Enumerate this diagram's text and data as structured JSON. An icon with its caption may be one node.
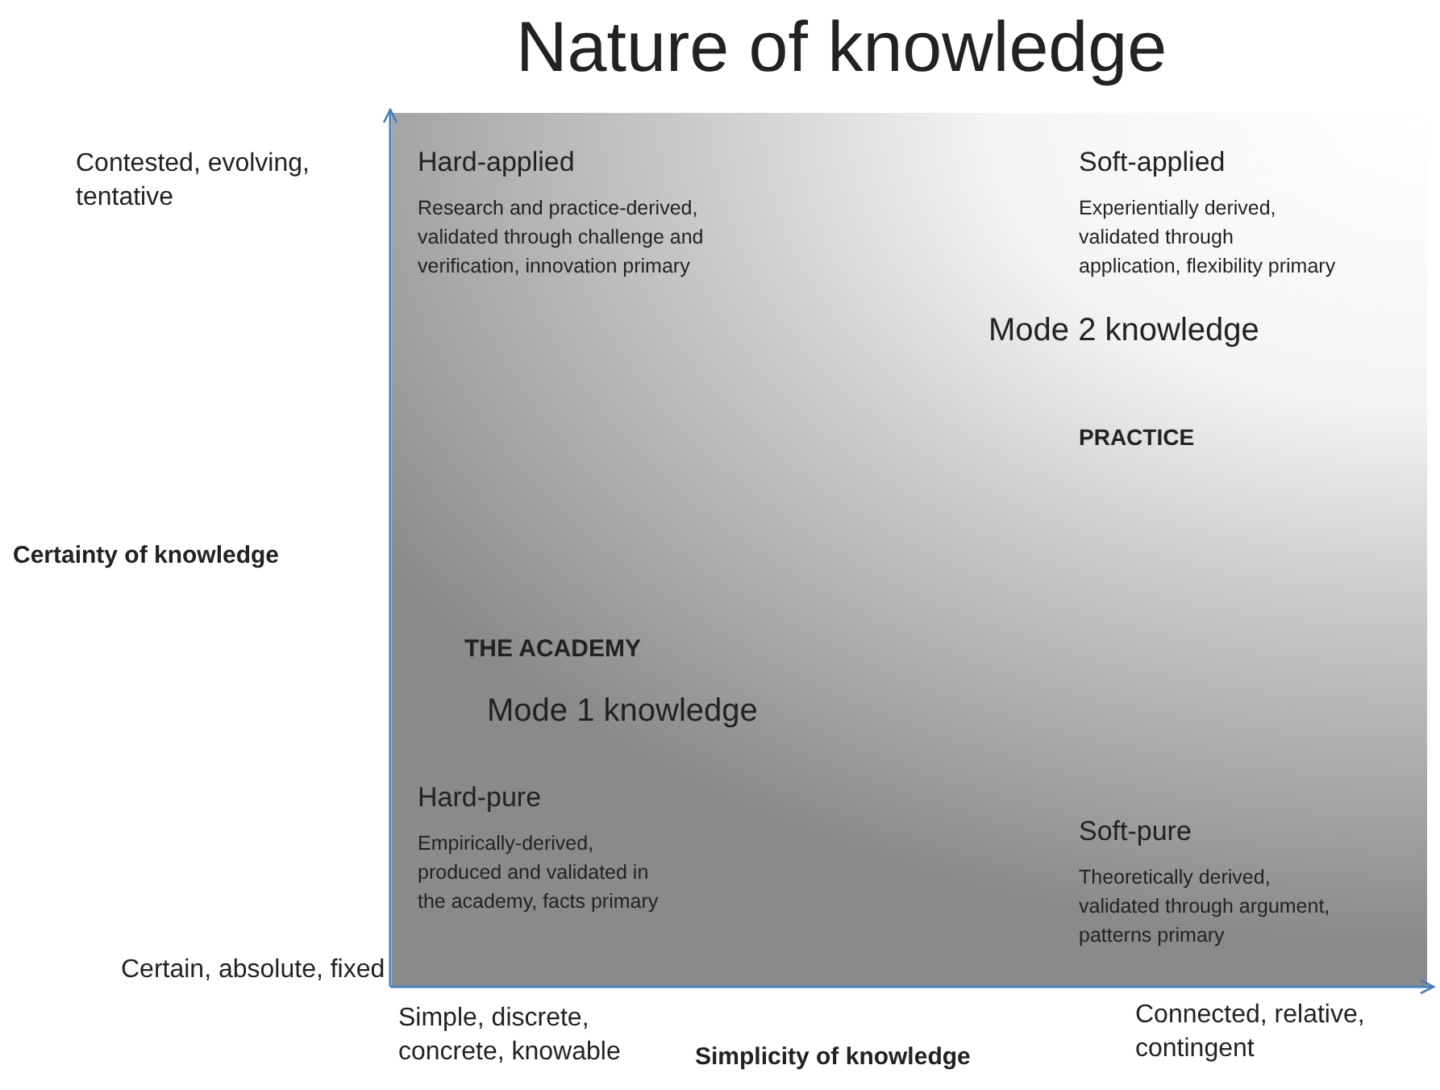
{
  "diagram": {
    "title": "Nature of knowledge",
    "labels": [
      "Contested, evolving, tentative",
      "Hard-applied",
      "Research and practice-derived, validated through challenge and verification, innovation primary",
      "Soft-applied",
      "Experientially derived, validated through application, flexibility primary",
      "Mode 2 knowledge",
      "PRACTICE",
      "Certainty of knowledge",
      "THE ACADEMY",
      "Mode 1 knowledge",
      "Hard-pure",
      "Empirically-derived, produced and validated in the academy, facts primary",
      "Soft-pure",
      "Theoretically derived, validated through argument, patterns primary",
      "Certain, absolute, fixed",
      "Simple, discrete, concrete, knowable",
      "Simplicity of knowledge",
      "Connected, relative, contingent"
    ]
  }
}
